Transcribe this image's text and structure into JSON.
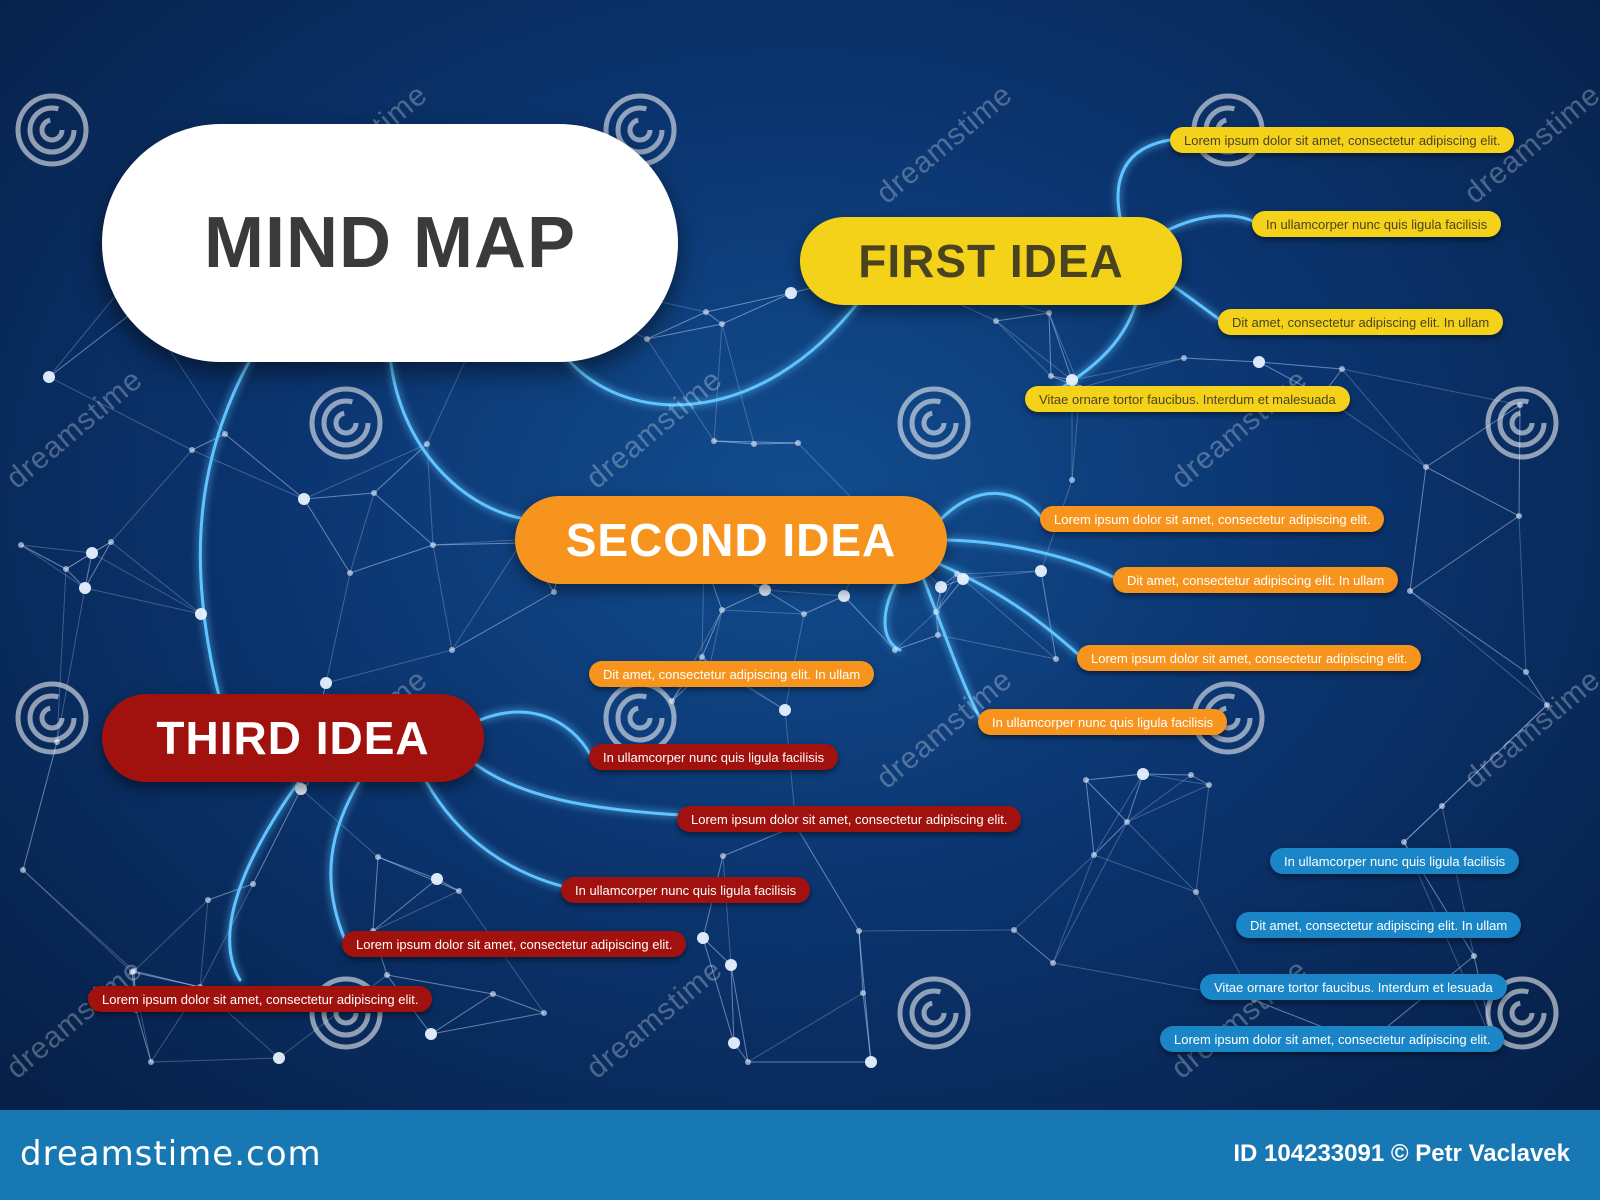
{
  "title": "MIND MAP",
  "colors": {
    "background": "#0b3570",
    "title_node": "#ffffff",
    "first": "#f5d21a",
    "second": "#f7941d",
    "third": "#a1120e",
    "fourth": "#1a86c7",
    "footer": "#1878b3"
  },
  "ideas": [
    {
      "label": "FIRST IDEA",
      "items": [
        "Lorem ipsum dolor sit amet, consectetur adipiscing elit.",
        "In ullamcorper nunc quis ligula facilisis",
        "Dit amet, consectetur adipiscing elit. In ullam",
        "Vitae ornare tortor faucibus. Interdum et malesuada"
      ]
    },
    {
      "label": "SECOND IDEA",
      "items": [
        "Lorem ipsum dolor sit amet, consectetur adipiscing elit.",
        "Dit amet, consectetur adipiscing elit. In ullam",
        "Lorem ipsum dolor sit amet, consectetur adipiscing elit.",
        "In ullamcorper nunc quis ligula facilisis",
        "Dit amet, consectetur adipiscing elit. In ullam"
      ]
    },
    {
      "label": "THIRD IDEA",
      "items": [
        "In ullamcorper nunc quis ligula facilisis",
        "Lorem ipsum dolor sit amet, consectetur adipiscing elit.",
        "In ullamcorper nunc quis ligula facilisis",
        "Lorem ipsum dolor sit amet, consectetur adipiscing elit.",
        "Lorem ipsum dolor sit amet, consectetur adipiscing elit."
      ]
    }
  ],
  "extra_items": [
    "In ullamcorper nunc quis ligula facilisis",
    "Dit amet, consectetur adipiscing elit. In ullam",
    "Vitae ornare tortor faucibus. Interdum et lesuada",
    "Lorem ipsum dolor sit amet, consectetur adipiscing elit."
  ],
  "watermark": "dreamstime",
  "footer": {
    "brand": "dreamstime.com",
    "id_text": "ID 104233091 © Petr Vaclavek"
  }
}
